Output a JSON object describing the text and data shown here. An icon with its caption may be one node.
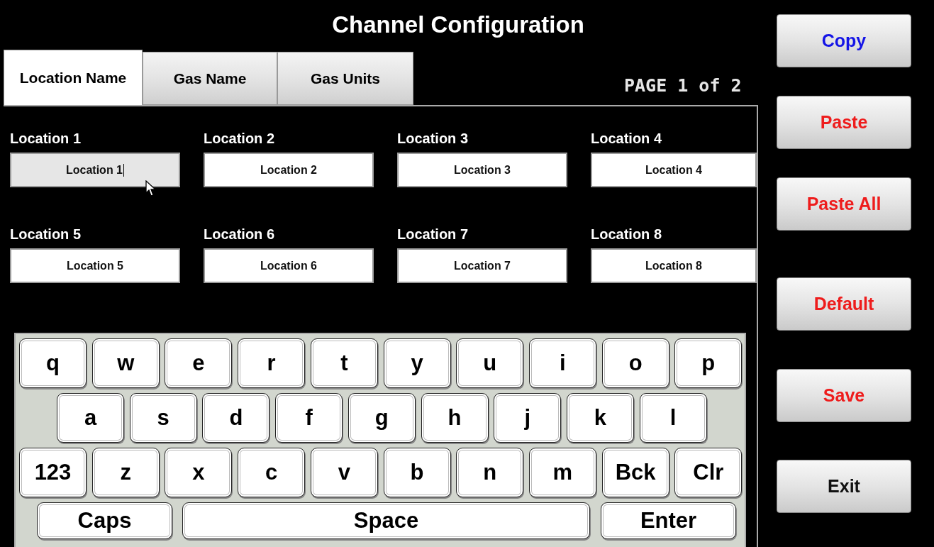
{
  "diagram": {
    "title": "Channel Configuration",
    "nodes": [
      {
        "text": [
          "Location Name"
        ]
      },
      {
        "text": [
          "Gas Name"
        ]
      },
      {
        "text": [
          "Gas Units"
        ]
      },
      {
        "text": [],
        "shape": "box"
      },
      {
        "text": [
          "Location 1",
          "Location 1"
        ],
        "in": 3
      },
      {
        "text": [
          "Location 2",
          "Location 2"
        ],
        "in": 3
      },
      {
        "text": [
          "Location 3",
          "Location 3"
        ],
        "in": 3
      },
      {
        "text": [
          "Location 4",
          "Location 4"
        ],
        "in": 3
      },
      {
        "text": [
          "Location 5",
          "Location 5"
        ],
        "in": 3
      },
      {
        "text": [
          "Location 6",
          "Location 6"
        ],
        "in": 3
      },
      {
        "text": [
          "Location 7",
          "Location 7"
        ],
        "in": 3
      },
      {
        "text": [
          "Location 8",
          "Location 8"
        ],
        "in": 3
      },
      {
        "text": [],
        "shape": "box",
        "in": 3
      },
      {
        "text": [
          "q"
        ],
        "in": 12
      },
      {
        "text": [
          "w"
        ],
        "in": 12
      },
      {
        "text": [
          "e"
        ],
        "in": 12
      },
      {
        "text": [
          "r"
        ],
        "in": 12
      },
      {
        "text": [
          "t"
        ],
        "in": 12
      },
      {
        "text": [
          "y"
        ],
        "in": 12
      },
      {
        "text": [
          "u"
        ],
        "in": 12
      },
      {
        "text": [
          "i"
        ],
        "in": 12
      },
      {
        "text": [
          "o"
        ],
        "in": 12
      },
      {
        "text": [
          "p"
        ],
        "in": 12
      },
      {
        "text": [
          "a"
        ],
        "in": 12
      },
      {
        "text": [
          "s"
        ],
        "in": 12
      },
      {
        "text": [
          "d"
        ],
        "in": 12
      },
      {
        "text": [
          "f"
        ],
        "in": 12
      },
      {
        "text": [
          "g"
        ],
        "in": 12
      },
      {
        "text": [
          "h"
        ],
        "in": 12
      },
      {
        "text": [
          "j"
        ],
        "in": 12
      },
      {
        "text": [
          "k"
        ],
        "in": 12
      },
      {
        "text": [
          "l"
        ],
        "in": 12
      },
      {
        "text": [
          "123"
        ],
        "in": 12
      },
      {
        "text": [
          "z"
        ],
        "in": 12
      },
      {
        "text": [
          "x"
        ],
        "in": 12
      },
      {
        "text": [
          "c"
        ],
        "in": 12
      },
      {
        "text": [
          "v"
        ],
        "in": 12
      },
      {
        "text": [
          "b"
        ],
        "in": 12
      },
      {
        "text": [
          "n"
        ],
        "in": 12
      },
      {
        "text": [
          "m"
        ],
        "in": 12
      },
      {
        "text": [
          "Bck"
        ],
        "in": 12
      },
      {
        "text": [
          "Clr"
        ],
        "in": 12
      },
      {
        "text": [
          "Caps"
        ],
        "in": 12
      },
      {
        "text": [
          "Space"
        ],
        "in": 12
      },
      {
        "text": [
          "Enter"
        ],
        "in": 12
      },
      {
        "text": [
          "Copy"
        ]
      },
      {
        "text": [
          "Paste"
        ]
      },
      {
        "text": [
          "Paste All"
        ]
      },
      {
        "text": [
          "Default"
        ]
      },
      {
        "text": [
          "Save"
        ]
      },
      {
        "text": [
          "Exit"
        ]
      }
    ],
    "labels": [
      "PAGE 1 of 2"
    ]
  }
}
